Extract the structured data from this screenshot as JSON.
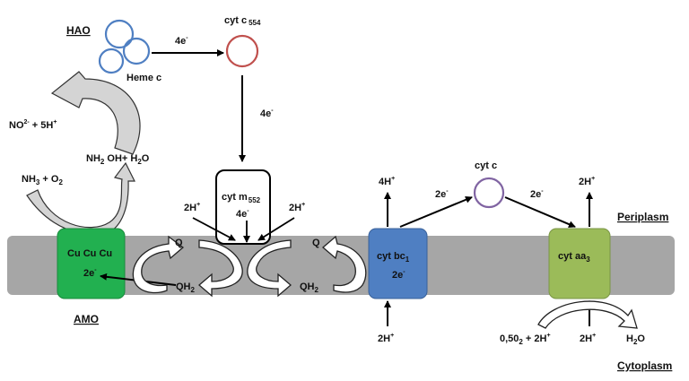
{
  "labels": {
    "hao": "HAO",
    "heme_c": "Heme c",
    "cyt_c554": "cyt c",
    "cyt_c554_sub": "554",
    "e4_top": "4e",
    "e4_vertical": "4e",
    "no2_products": "NO",
    "no2_sup": "2-",
    "no2_rest": " + 5H",
    "nh2oh_h2o": "NH",
    "nh2oh_rest": " OH+ H",
    "nh2oh_end": "O",
    "nh3_o2": "NH",
    "nh3_rest": " + O",
    "cyt_m552": "cyt m",
    "cyt_m552_sub": "552",
    "m552_2h_left": "2H",
    "m552_2h_right": "2H",
    "m552_4e": "4e",
    "q_left": "Q",
    "q_right": "Q",
    "qh2_left": "QH",
    "qh2_right": "QH",
    "amo": "AMO",
    "amo_cu": "Cu Cu Cu",
    "amo_2e": "2e",
    "cyt_bc1": "cyt bc",
    "bc1_sub": "1",
    "bc1_2e": "2e",
    "bc1_4h": "4H",
    "bc1_2h_bottom": "2H",
    "cyt_c": "cyt c",
    "e2_left": "2e",
    "e2_right": "2e",
    "cyt_aa3": "cyt aa",
    "aa3_sub": "3",
    "aa3_2h_top": "2H",
    "aa3_2h_bottom": "2H",
    "o2_reactants": "0,50",
    "o2_rest": " + 2H",
    "h2o_product": "H",
    "h2o_end": "O",
    "periplasm": "Periplasm",
    "cytoplasm": "Cytoplasm"
  },
  "colors": {
    "membrane": "#a6a6a6",
    "amo": "#22b050",
    "bc1": "#4f7fc2",
    "aa3": "#9bbb59",
    "hao_circle": "#4f7fc2",
    "c554_circle": "#c0504d",
    "cytc_circle": "#8064a2"
  }
}
